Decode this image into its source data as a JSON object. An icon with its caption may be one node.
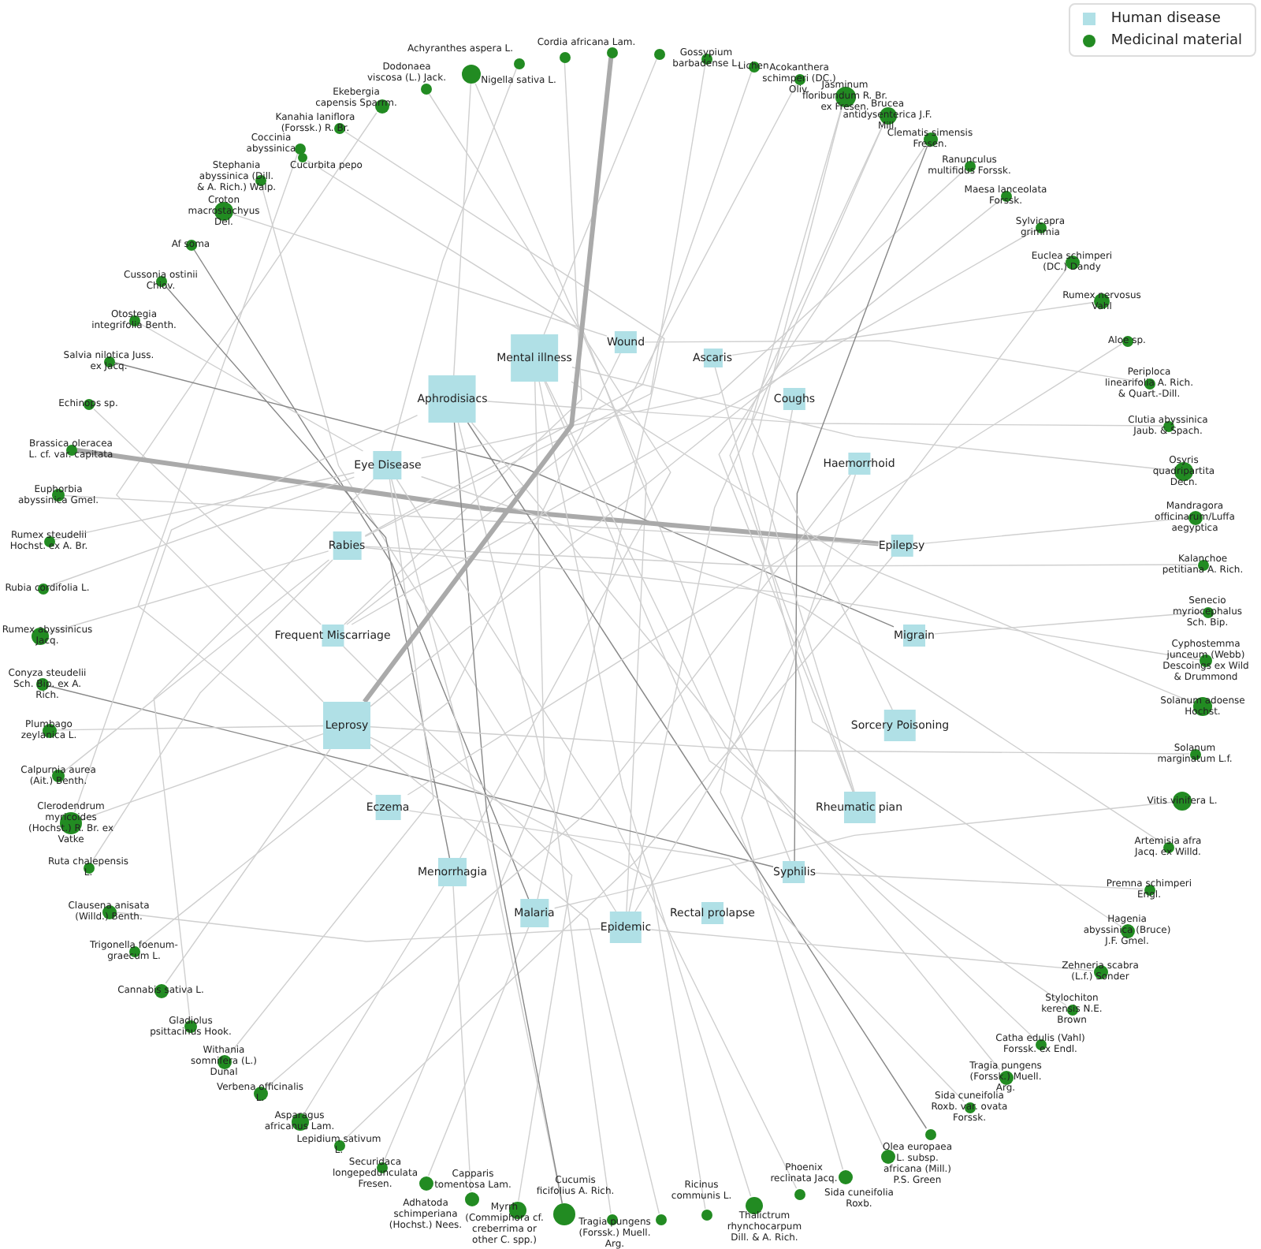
{
  "diagram": {
    "nodes": [
      {
        "text": [
          "Mental illness"
        ]
      },
      {
        "text": [
          "Wound"
        ]
      },
      {
        "text": [
          "Ascaris"
        ]
      },
      {
        "text": [
          "Aphrodisiacs"
        ]
      },
      {
        "text": [
          "Coughs"
        ]
      },
      {
        "text": [
          "Eye Disease"
        ]
      },
      {
        "text": [
          "Haemorrhoid"
        ]
      },
      {
        "text": [
          "Epilepsy"
        ]
      },
      {
        "text": [
          "Rabies"
        ]
      },
      {
        "text": [
          "Frequent Miscarriage"
        ]
      },
      {
        "text": [
          "Migrain"
        ]
      },
      {
        "text": [
          "Leprosy"
        ]
      },
      {
        "text": [
          "Sorcery Poisoning"
        ]
      },
      {
        "text": [
          "Eczema"
        ]
      },
      {
        "text": [
          "Rheumatic pian"
        ]
      },
      {
        "text": [
          "Menorrhagia"
        ]
      },
      {
        "text": [
          "Syphilis"
        ]
      },
      {
        "text": [
          "Malaria"
        ]
      },
      {
        "text": [
          "Epidemic"
        ]
      },
      {
        "text": [
          "Rectal prolapse"
        ]
      },
      {
        "text": [],
        "shape": "circle"
      },
      {
        "text": [],
        "shape": "circle"
      },
      {
        "text": [
          "Cordia africana Lam."
        ]
      },
      {
        "text": [
          "Nigella sativa L."
        ]
      },
      {
        "text": [
          "Achyranthes aspera L."
        ]
      },
      {
        "text": [
          "Dodonaea viscosa (L.) Jack."
        ]
      },
      {
        "text": [
          "Ekebergia capensis Sparrm."
        ]
      },
      {
        "text": [
          "Kanahia laniflora (Forssk.) R. Br."
        ]
      },
      {
        "text": [
          "Coccinia abyssinica"
        ]
      },
      {
        "text": [
          "Cucurbita pepo"
        ]
      },
      {
        "text": [
          "Stephania abyssinica (Dill. & A. Rich.) Walp."
        ]
      },
      {
        "text": [
          "Croton macrostachyus Del."
        ]
      },
      {
        "text": [
          "Af soma"
        ]
      },
      {
        "text": [
          "Cussonia ostinii Chiov."
        ]
      },
      {
        "text": [
          "Otostegia integrifolia Benth."
        ]
      },
      {
        "text": [
          "Salvia nilotica Juss. ex Jacq."
        ]
      },
      {
        "text": [
          "Echinops sp."
        ]
      },
      {
        "text": [
          "Brassica oleracea L. cf. var. capitata"
        ]
      },
      {
        "text": [
          "Euphorbia abyssinica Gmel."
        ]
      },
      {
        "text": [
          "Rumex steudelii Hochst. ex A. Br."
        ]
      },
      {
        "text": [
          "Rubia cordifolia L."
        ]
      },
      {
        "text": [
          "Rumex abyssinicus Jacq."
        ]
      },
      {
        "text": [
          "Conyza steudelii Sch. Bip. ex A. Rich."
        ]
      },
      {
        "text": [
          "Plumbago zeylanica L."
        ]
      },
      {
        "text": [
          "Calpurnia aurea (Ait.) Benth."
        ]
      },
      {
        "text": [
          "Clerodendrum myricoides (Hochst.) R. Br. ex Vatke"
        ]
      },
      {
        "text": [
          "Ruta chalepensis L."
        ]
      },
      {
        "text": [
          "Clausena anisata (Willd.) Benth."
        ]
      },
      {
        "text": [
          "Trigonella foenum-graecum L."
        ]
      },
      {
        "text": [
          "Cannabis sativa L."
        ]
      },
      {
        "text": [
          "Gladiolus psittacinus Hook."
        ]
      },
      {
        "text": [
          "Withania somnifera (L.) Dunal"
        ]
      },
      {
        "text": [
          "Verbena officinalis L."
        ]
      },
      {
        "text": [
          "Asparagus africanus Lam."
        ]
      },
      {
        "text": [
          "Lepidium sativum L."
        ]
      },
      {
        "text": [
          "Securidaca longepedunculata Fresen."
        ]
      },
      {
        "text": [
          "Adhatoda schimperiana (Hochst.) Nees."
        ]
      },
      {
        "text": [
          "Capparis tomentosa Lam."
        ]
      },
      {
        "text": [
          "Myrrh (Commiphora cf. creberrima or other C. spp.)"
        ]
      },
      {
        "text": [
          "Cucumis ficifolius A. Rich."
        ]
      },
      {
        "text": [
          "Tragia pungens (Forssk.) Muell. Arg."
        ]
      },
      {
        "text": [],
        "shape": "circle"
      },
      {
        "text": [
          "Ricinus communis L."
        ]
      },
      {
        "text": [
          "Thalictrum rhynchocarpum Dill. & A. Rich."
        ]
      },
      {
        "text": [
          "Phoenix reclinata Jacq."
        ]
      },
      {
        "text": [
          "Sida cuneifolia Roxb."
        ]
      },
      {
        "text": [
          "Olea europaea L. subsp. africana (Mill.) P.S. Green"
        ]
      },
      {
        "text": [],
        "shape": "circle"
      },
      {
        "text": [
          "Sida cuneifolia Roxb. var. ovata Forssk."
        ]
      },
      {
        "text": [
          "Tragia pungens (Forssk.) Muell. Arg."
        ]
      },
      {
        "text": [
          "Catha edulis (Vahl) Forssk. ex Endl."
        ]
      },
      {
        "text": [
          "Stylochiton kerensis N.E. Brown"
        ]
      },
      {
        "text": [
          "Zehneria scabra (L.f.) Sonder"
        ]
      },
      {
        "text": [
          "Hagenia abyssinica (Bruce) J.F. Gmel."
        ]
      },
      {
        "text": [
          "Premna schimperi Engl."
        ]
      },
      {
        "text": [
          "Artemisia afra Jacq. ex Willd."
        ]
      },
      {
        "text": [
          "Vitis vinifera L."
        ]
      },
      {
        "text": [
          "Solanum marginatum L.f."
        ]
      },
      {
        "text": [
          "Solanum adoense Hochst."
        ]
      },
      {
        "text": [
          "Cyphostemma junceum (Webb) Descoings ex Wild & Drummond"
        ]
      },
      {
        "text": [
          "Senecio myriocephalus Sch. Bip."
        ]
      },
      {
        "text": [
          "Kalanchoe petitiana A. Rich."
        ]
      },
      {
        "text": [
          "Mandragora officinarum/Luffa aegyptica"
        ]
      },
      {
        "text": [
          "Osyris quadripartita Decn."
        ]
      },
      {
        "text": [
          "Clutia abyssinica Jaub. & Spach."
        ]
      },
      {
        "text": [
          "Periploca linearifolia A. Rich. & Quart.-Dill."
        ]
      },
      {
        "text": [
          "Aloe sp."
        ]
      },
      {
        "text": [
          "Rumex nervosus Vahl"
        ]
      },
      {
        "text": [
          "Euclea schimperi (DC.) Dandy"
        ]
      },
      {
        "text": [
          "Sylvicapra grimmia"
        ]
      },
      {
        "text": [
          "Maesa lanceolata Forssk."
        ]
      },
      {
        "text": [
          "Ranunculus multifidus Forssk."
        ]
      },
      {
        "text": [
          "Clematis simensis Fresen."
        ]
      },
      {
        "text": [
          "Brucea antidysenterica J.F. Mill."
        ]
      },
      {
        "text": [
          "Jasminum floribundum R. Br. ex Fresen."
        ]
      },
      {
        "text": [
          "Acokanthera schimperi (DC.) Oliv."
        ]
      },
      {
        "text": [
          "Lichen"
        ]
      },
      {
        "text": [
          "Gossypium barbadense L."
        ]
      }
    ],
    "edges": [
      {
        "from": 22,
        "to": 9,
        "arrow": "none"
      },
      {
        "from": 23,
        "to": 5,
        "arrow": "none"
      },
      {
        "from": 24,
        "to": 18,
        "arrow": "none"
      },
      {
        "from": 24,
        "to": 3,
        "arrow": "none"
      },
      {
        "from": 25,
        "to": 15,
        "arrow": "none"
      },
      {
        "from": 26,
        "to": 11,
        "arrow": "none"
      },
      {
        "from": 27,
        "to": 17,
        "arrow": "none"
      },
      {
        "from": 28,
        "to": 13,
        "arrow": "none"
      },
      {
        "from": 29,
        "to": 16,
        "arrow": "none"
      },
      {
        "from": 30,
        "to": 18,
        "arrow": "none"
      },
      {
        "from": 31,
        "to": 1,
        "arrow": "none"
      },
      {
        "from": 32,
        "to": 17,
        "arrow": "none",
        "color": "#888888"
      },
      {
        "from": 33,
        "to": 15,
        "arrow": "none",
        "color": "#888888"
      },
      {
        "from": 34,
        "to": 5,
        "arrow": "none"
      },
      {
        "from": 35,
        "to": 10,
        "arrow": "none",
        "color": "#888888"
      },
      {
        "from": 36,
        "to": 9,
        "arrow": "none"
      },
      {
        "from": 37,
        "to": 7,
        "arrow": "none",
        "style": "thick"
      },
      {
        "from": 38,
        "to": 7,
        "arrow": "none"
      },
      {
        "from": 39,
        "to": 5,
        "arrow": "none"
      },
      {
        "from": 40,
        "to": 5,
        "arrow": "none"
      },
      {
        "from": 41,
        "to": 8,
        "arrow": "none"
      },
      {
        "from": 42,
        "to": 16,
        "arrow": "none",
        "color": "#888888"
      },
      {
        "from": 43,
        "to": 11,
        "arrow": "none"
      },
      {
        "from": 44,
        "to": 8,
        "arrow": "none"
      },
      {
        "from": 45,
        "to": 11,
        "arrow": "none"
      },
      {
        "from": 45,
        "to": 3,
        "arrow": "none"
      },
      {
        "from": 46,
        "to": 8,
        "arrow": "none"
      },
      {
        "from": 47,
        "to": 18,
        "arrow": "none"
      },
      {
        "from": 48,
        "to": 1,
        "arrow": "none"
      },
      {
        "from": 49,
        "to": 11,
        "arrow": "none"
      },
      {
        "from": 50,
        "to": 5,
        "arrow": "none"
      },
      {
        "from": 51,
        "to": 5,
        "arrow": "none"
      },
      {
        "from": 52,
        "to": 6,
        "arrow": "none"
      },
      {
        "from": 53,
        "to": 15,
        "arrow": "none"
      },
      {
        "from": 54,
        "to": 7,
        "arrow": "none"
      },
      {
        "from": 55,
        "to": 0,
        "arrow": "none"
      },
      {
        "from": 56,
        "to": 17,
        "arrow": "none"
      },
      {
        "from": 57,
        "to": 15,
        "arrow": "none"
      },
      {
        "from": 58,
        "to": 9,
        "arrow": "none"
      },
      {
        "from": 59,
        "to": 5,
        "arrow": "none"
      },
      {
        "from": 59,
        "to": 3,
        "arrow": "none",
        "color": "#888888"
      },
      {
        "from": 60,
        "to": 3,
        "arrow": "none"
      },
      {
        "from": 61,
        "to": 11,
        "arrow": "none"
      },
      {
        "from": 62,
        "to": 11,
        "arrow": "none"
      },
      {
        "from": 63,
        "to": 0,
        "arrow": "none"
      },
      {
        "from": 64,
        "to": 5,
        "arrow": "none"
      },
      {
        "from": 65,
        "to": 6,
        "arrow": "none"
      },
      {
        "from": 66,
        "to": 4,
        "arrow": "none"
      },
      {
        "from": 67,
        "to": 3,
        "arrow": "none",
        "color": "#888888"
      },
      {
        "from": 68,
        "to": 13,
        "arrow": "none"
      },
      {
        "from": 69,
        "to": 3,
        "arrow": "none"
      },
      {
        "from": 70,
        "to": 0,
        "arrow": "none"
      },
      {
        "from": 71,
        "to": 0,
        "arrow": "none"
      },
      {
        "from": 72,
        "to": 18,
        "arrow": "none"
      },
      {
        "from": 73,
        "to": 2,
        "arrow": "none"
      },
      {
        "from": 74,
        "to": 16,
        "arrow": "none"
      },
      {
        "from": 75,
        "to": 5,
        "arrow": "none"
      },
      {
        "from": 76,
        "to": 17,
        "arrow": "none"
      },
      {
        "from": 77,
        "to": 11,
        "arrow": "none"
      },
      {
        "from": 78,
        "to": 0,
        "arrow": "none"
      },
      {
        "from": 79,
        "to": 8,
        "arrow": "none"
      },
      {
        "from": 80,
        "to": 10,
        "arrow": "none"
      },
      {
        "from": 81,
        "to": 8,
        "arrow": "none"
      },
      {
        "from": 82,
        "to": 7,
        "arrow": "none"
      },
      {
        "from": 83,
        "to": 0,
        "arrow": "none"
      },
      {
        "from": 84,
        "to": 3,
        "arrow": "none"
      },
      {
        "from": 85,
        "to": 1,
        "arrow": "none"
      },
      {
        "from": 86,
        "to": 13,
        "arrow": "none"
      },
      {
        "from": 87,
        "to": 2,
        "arrow": "none"
      },
      {
        "from": 88,
        "to": 18,
        "arrow": "none"
      },
      {
        "from": 89,
        "to": 9,
        "arrow": "none"
      },
      {
        "from": 90,
        "to": 11,
        "arrow": "none"
      },
      {
        "from": 91,
        "to": 5,
        "arrow": "none"
      },
      {
        "from": 92,
        "to": 16,
        "arrow": "none",
        "color": "#888888"
      },
      {
        "from": 92,
        "to": 14,
        "arrow": "none"
      },
      {
        "from": 93,
        "to": 14,
        "arrow": "none"
      },
      {
        "from": 93,
        "to": 18,
        "arrow": "none"
      },
      {
        "from": 94,
        "to": 12,
        "arrow": "none"
      },
      {
        "from": 94,
        "to": 14,
        "arrow": "none"
      },
      {
        "from": 95,
        "to": 9,
        "arrow": "none"
      },
      {
        "from": 96,
        "to": 8,
        "arrow": "none"
      },
      {
        "from": 97,
        "to": 8,
        "arrow": "none"
      },
      {
        "from": 21,
        "to": 0,
        "arrow": "none"
      },
      {
        "from": 20,
        "to": 11,
        "arrow": "none",
        "style": "thick"
      }
    ],
    "legend": [
      {
        "text": "Human disease",
        "color": "#b0e0e6"
      },
      {
        "text": "Medicinal material",
        "color": "#228b22"
      }
    ]
  }
}
